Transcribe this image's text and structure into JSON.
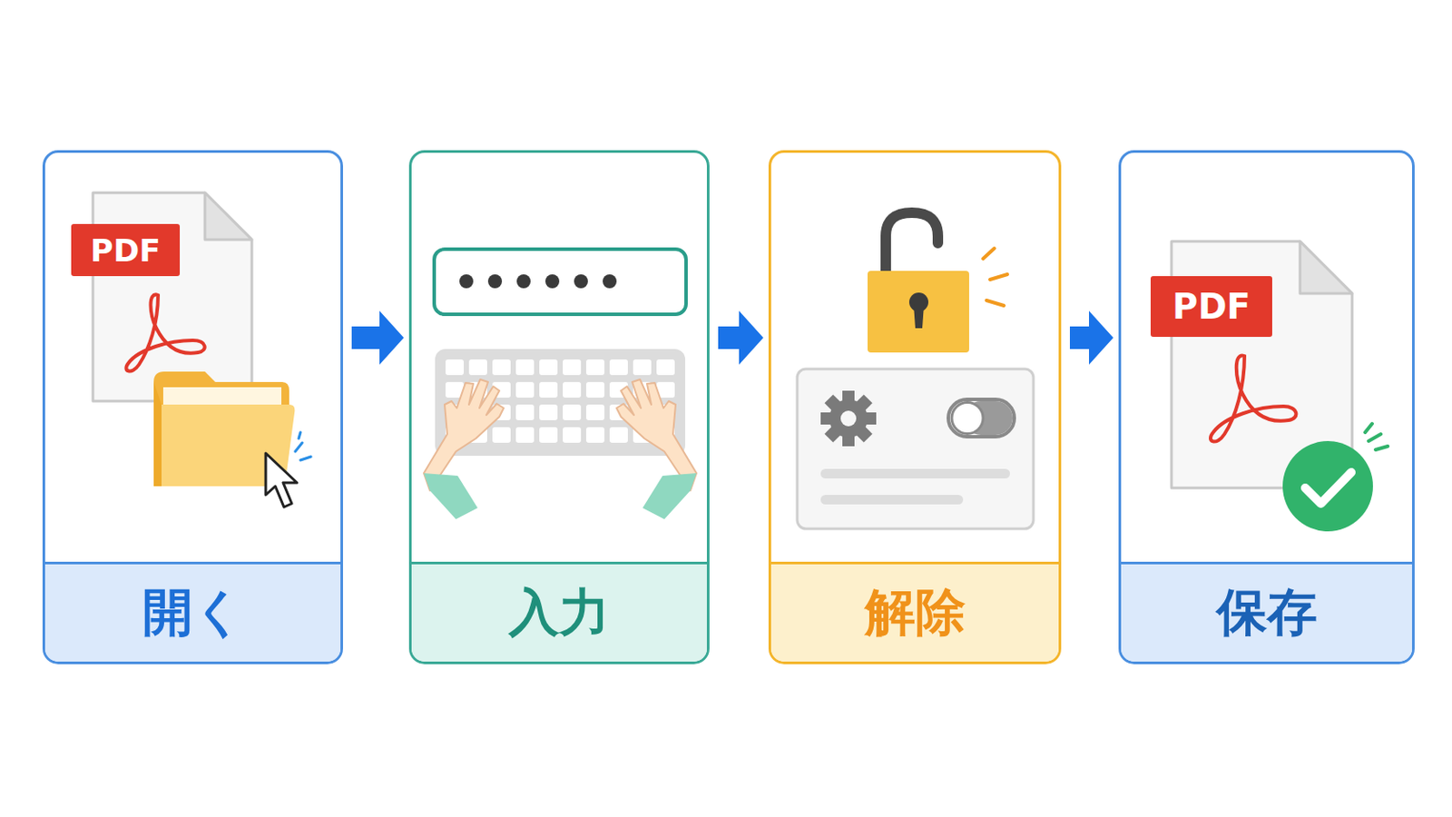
{
  "diagram": {
    "nodes": [
      {
        "text": [
          "開く"
        ]
      },
      {
        "text": [
          "入力"
        ]
      },
      {
        "text": [
          "解除"
        ]
      },
      {
        "text": [
          "保存"
        ]
      }
    ],
    "edges": [
      {
        "from": 0,
        "to": 1,
        "arrow": "to"
      },
      {
        "from": 1,
        "to": 2,
        "arrow": "to"
      },
      {
        "from": 2,
        "to": 3,
        "arrow": "to"
      }
    ],
    "labels": [
      "PDF",
      "PDF"
    ]
  }
}
